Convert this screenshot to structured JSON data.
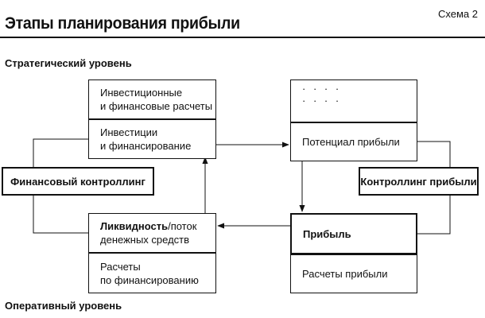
{
  "header": {
    "scheme_label": "Схема 2",
    "title": "Этапы планирования прибыли"
  },
  "levels": {
    "strategic": "Стратегический уровень",
    "operative": "Оперативный уровень"
  },
  "left_column": {
    "investment_financial_calculations": [
      "Инвестиционные",
      "и финансовые расчеты"
    ],
    "investment_financing": [
      "Инвестиции",
      "и финансирование"
    ],
    "financial_controlling": "Финансовый контроллинг",
    "liquidity": {
      "bold_part": "Ликвидность",
      "rest_line1": "/поток",
      "line2": "денежных средств"
    },
    "financing_calculations": [
      "Расчеты",
      "по финансированию"
    ]
  },
  "right_column": {
    "placeholder_dots": [
      "· · · ·",
      "· · · ·"
    ],
    "profit_potential": "Потенциал прибыли",
    "profit_controlling": "Контроллинг прибыли",
    "profit": "Прибыль",
    "profit_calculations": "Расчеты прибыли"
  },
  "colors": {
    "line": "#111111",
    "background": "#ffffff"
  }
}
